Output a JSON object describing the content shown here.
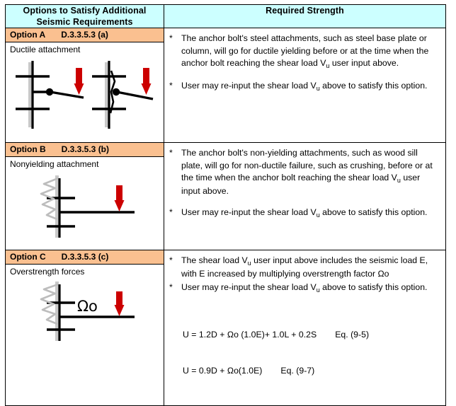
{
  "table": {
    "headers": {
      "left_line1": "Options to Satisfy Additional",
      "left_line2": "Seismic Requirements",
      "right": "Required  Strength"
    },
    "colors": {
      "header_fill": "#ccffff",
      "option_bar_fill": "#fac090",
      "arrow_red": "#cc0000",
      "border": "#000000"
    },
    "rows": [
      {
        "option_label": "Option A",
        "option_code": "D.3.3.5.3 (a)",
        "option_subtitle": "Ductile attachment",
        "figure": "ductile-attachment-diagram",
        "bullets": [
          {
            "star": "*",
            "pre": "The anchor bolt's steel attachments, such as steel base plate or column, will go for ductile yielding before or at the time when the anchor bolt reaching the shear load V",
            "sub": "u",
            "post": " user input above."
          },
          {
            "star": "*",
            "pre": "User may re-input the shear load V",
            "sub": "u",
            "post": " above to satisfy this option."
          }
        ]
      },
      {
        "option_label": "Option B",
        "option_code": "D.3.3.5.3 (b)",
        "option_subtitle": "Nonyielding attachment",
        "figure": "nonyielding-attachment-diagram",
        "bullets": [
          {
            "star": "*",
            "pre": "The anchor bolt's non-yielding attachments, such as wood sill plate,  will go for non-ductile failure, such as crushing, before or at the time when the anchor bolt reaching the shear load V",
            "sub": "u",
            "post": " user input above."
          },
          {
            "star": "*",
            "pre": "User may re-input the shear load V",
            "sub": "u",
            "post": " above to satisfy this option."
          }
        ]
      },
      {
        "option_label": "Option C",
        "option_code": "D.3.3.5.3 (c)",
        "option_subtitle": "Overstrength forces",
        "figure": "overstrength-forces-diagram",
        "figure_symbol": "Ωo",
        "bullets": [
          {
            "star": "*",
            "pre": "The shear load V",
            "sub": "u",
            "post": " user input above includes the seismic load E, with E increased by multiplying overstrength factor Ωo"
          },
          {
            "star": "*",
            "pre": "User may re-input the shear load V",
            "sub": "u",
            "post": " above to satisfy this option."
          }
        ],
        "equations": [
          {
            "expr": "U = 1.2D + Ωo (1.0E)+ 1.0L + 0.2S",
            "ref": "Eq. (9-5)"
          },
          {
            "expr": "U = 0.9D + Ωo(1.0E)",
            "ref": "Eq. (9-7)"
          }
        ]
      }
    ]
  }
}
